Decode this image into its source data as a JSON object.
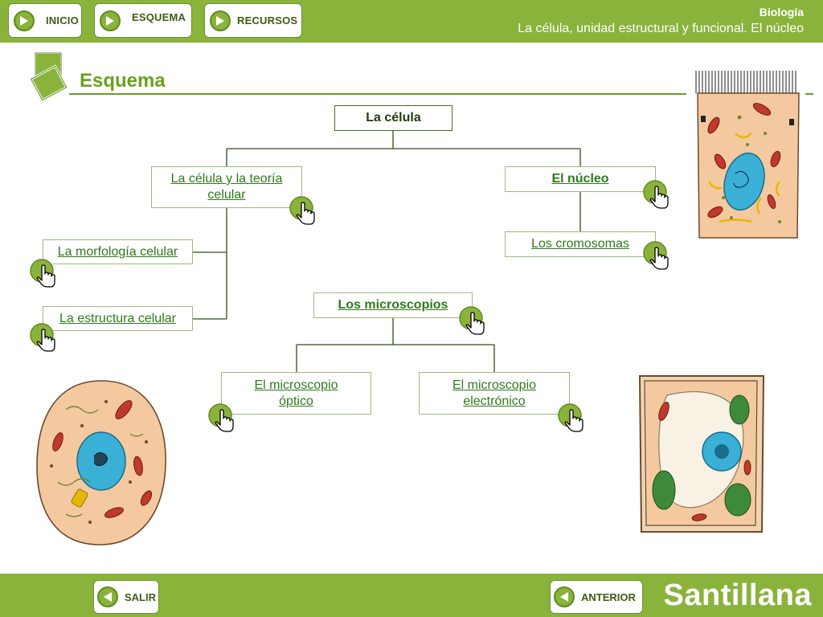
{
  "header": {
    "nav": [
      {
        "label": "INICIO"
      },
      {
        "label": "ESQUEMA"
      },
      {
        "label": "RECURSOS"
      }
    ],
    "subject": "Biología",
    "subtitle": "La célula, unidad estructural y funcional. El núcleo"
  },
  "page": {
    "title": "Esquema"
  },
  "scheme": {
    "root": "La célula",
    "teoria": "La célula y la teoría celular",
    "nucleo": "El núcleo",
    "cromosomas": "Los cromosomas",
    "morfologia": "La morfología celular",
    "estructura": "La estructura celular",
    "microscopios": "Los microscopios",
    "optico": "El microscopio óptico",
    "electronico": "El microscopio electrónico"
  },
  "footer": {
    "exit_label": "SALIR",
    "prev_label": "ANTERIOR",
    "brand": "Santillana"
  },
  "colors": {
    "accent": "#8ab33c",
    "title_green": "#6aa020",
    "link_green": "#2d7a1a"
  },
  "icons": [
    "play-icon",
    "back-icon",
    "hand-cursor-icon",
    "scheme-icon"
  ]
}
